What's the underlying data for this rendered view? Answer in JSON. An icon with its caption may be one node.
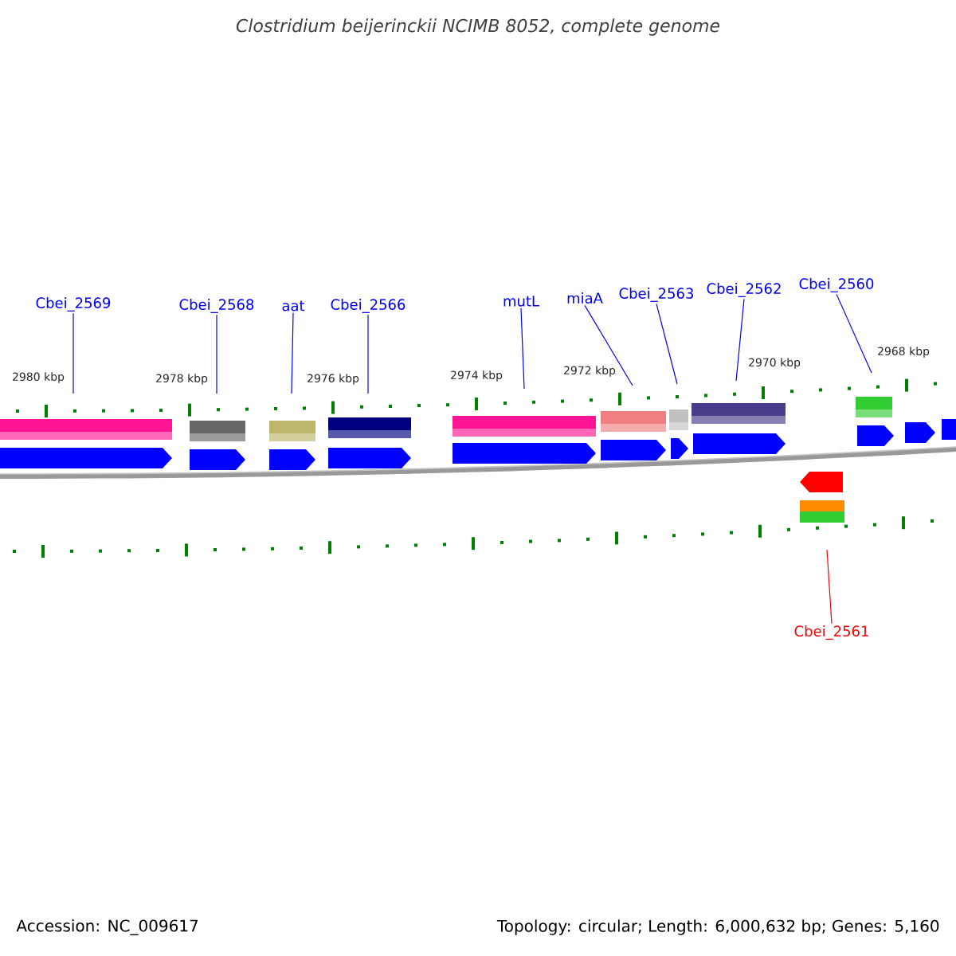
{
  "diagram": {
    "title": "*Clostridium beijerinckii* NCIMB 8052, complete genome",
    "nodes": [
      {
        "text": [
          "Cbei_2569"
        ]
      },
      {
        "text": [
          "Cbei_2568"
        ]
      },
      {
        "text": [
          "aat"
        ]
      },
      {
        "text": [
          "Cbei_2566"
        ]
      },
      {
        "text": [
          "mutL"
        ]
      },
      {
        "text": [
          "miaA"
        ]
      },
      {
        "text": [
          "Cbei_2563"
        ]
      },
      {
        "text": [
          "Cbei_2562"
        ]
      },
      {
        "text": [
          "Cbei_2560"
        ]
      },
      {
        "text": [
          "Cbei_2561"
        ]
      }
    ],
    "edges": [
      {
        "from": 0,
        "to": null,
        "arrow": "none"
      },
      {
        "from": 1,
        "to": null,
        "arrow": "none"
      },
      {
        "from": 2,
        "to": null,
        "arrow": "none"
      },
      {
        "from": 3,
        "to": null,
        "arrow": "none"
      },
      {
        "from": 4,
        "to": null,
        "arrow": "none"
      },
      {
        "from": 5,
        "to": null,
        "arrow": "none"
      },
      {
        "from": 6,
        "to": null,
        "arrow": "none"
      },
      {
        "from": 7,
        "to": null,
        "arrow": "none"
      },
      {
        "from": 8,
        "to": null,
        "arrow": "none"
      },
      {
        "from": 9,
        "to": null,
        "arrow": "none",
        "color": "#ff0000"
      }
    ],
    "labels": [
      "2980 kbp",
      "2978 kbp",
      "2976 kbp",
      "2974 kbp",
      "2972 kbp",
      "2970 kbp",
      "2968 kbp",
      "Accession: NC_009617",
      "Topology: circular; Length: 6,000,632 bp; Genes: 5,160"
    ]
  }
}
